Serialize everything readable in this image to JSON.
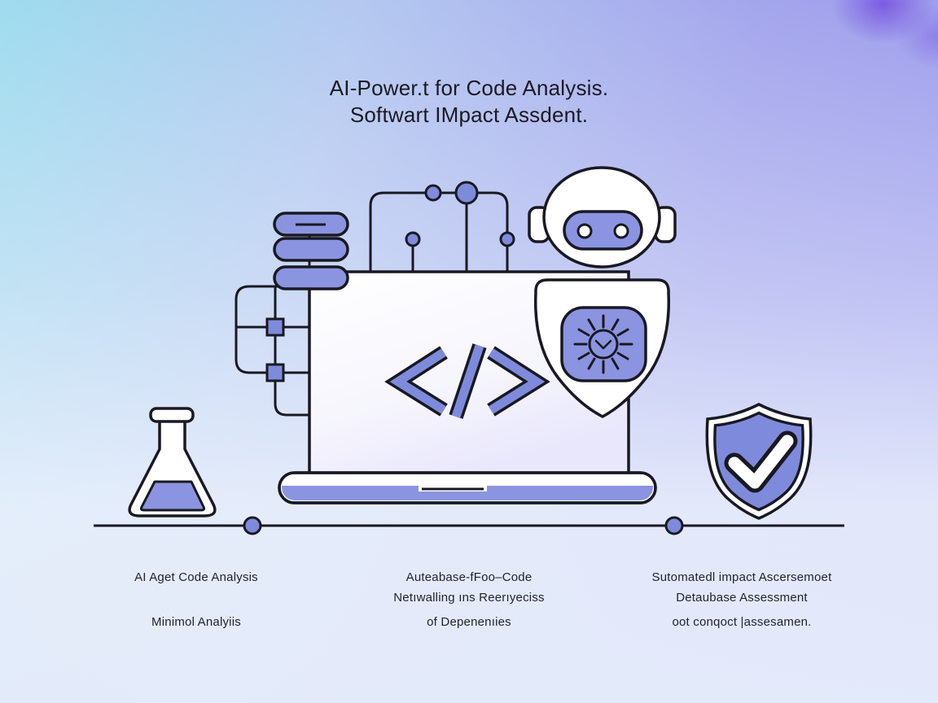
{
  "title": {
    "line1": "AI-Power.t for Code Analysis.",
    "line2": "Softwart IMpact Assdent."
  },
  "captions": [
    {
      "lines": [
        "AI Aget Code Analysis",
        "",
        "Minimol Analyiis"
      ]
    },
    {
      "lines": [
        "Auteabase-fFoo–Code",
        "Netıwalling ıns Reerıyeciss",
        "of Depenenıies"
      ]
    },
    {
      "lines": [
        "Sutomatedl impact Ascersemoet",
        "Detaubase Assessment",
        "oot conqoct |assesamen."
      ]
    }
  ],
  "icons": {
    "laptop": "laptop-code-icon",
    "code": "code-brackets-icon",
    "robot": "robot-head-icon",
    "shield_badge": "shield-scan-badge-icon",
    "shield_check": "shield-checkmark-icon",
    "flask": "lab-flask-icon",
    "servers": "server-stack-icon",
    "circuit_top": "circuit-trace-top-icon",
    "circuit_left": "circuit-bracket-left-icon",
    "baseline": "timeline-baseline"
  },
  "colors": {
    "outline": "#191923",
    "purple": "#8b94e0",
    "purple2": "#7e8bdc",
    "ink": "#1a1a24",
    "ink2": "#23232f",
    "bg_top_left": "#9edcee",
    "bg_top_right": "#9a99ec",
    "bg_bottom_left": "#e6eefb",
    "bg_bottom_right": "#dfdff7",
    "bg_blob": "#7855e0"
  }
}
